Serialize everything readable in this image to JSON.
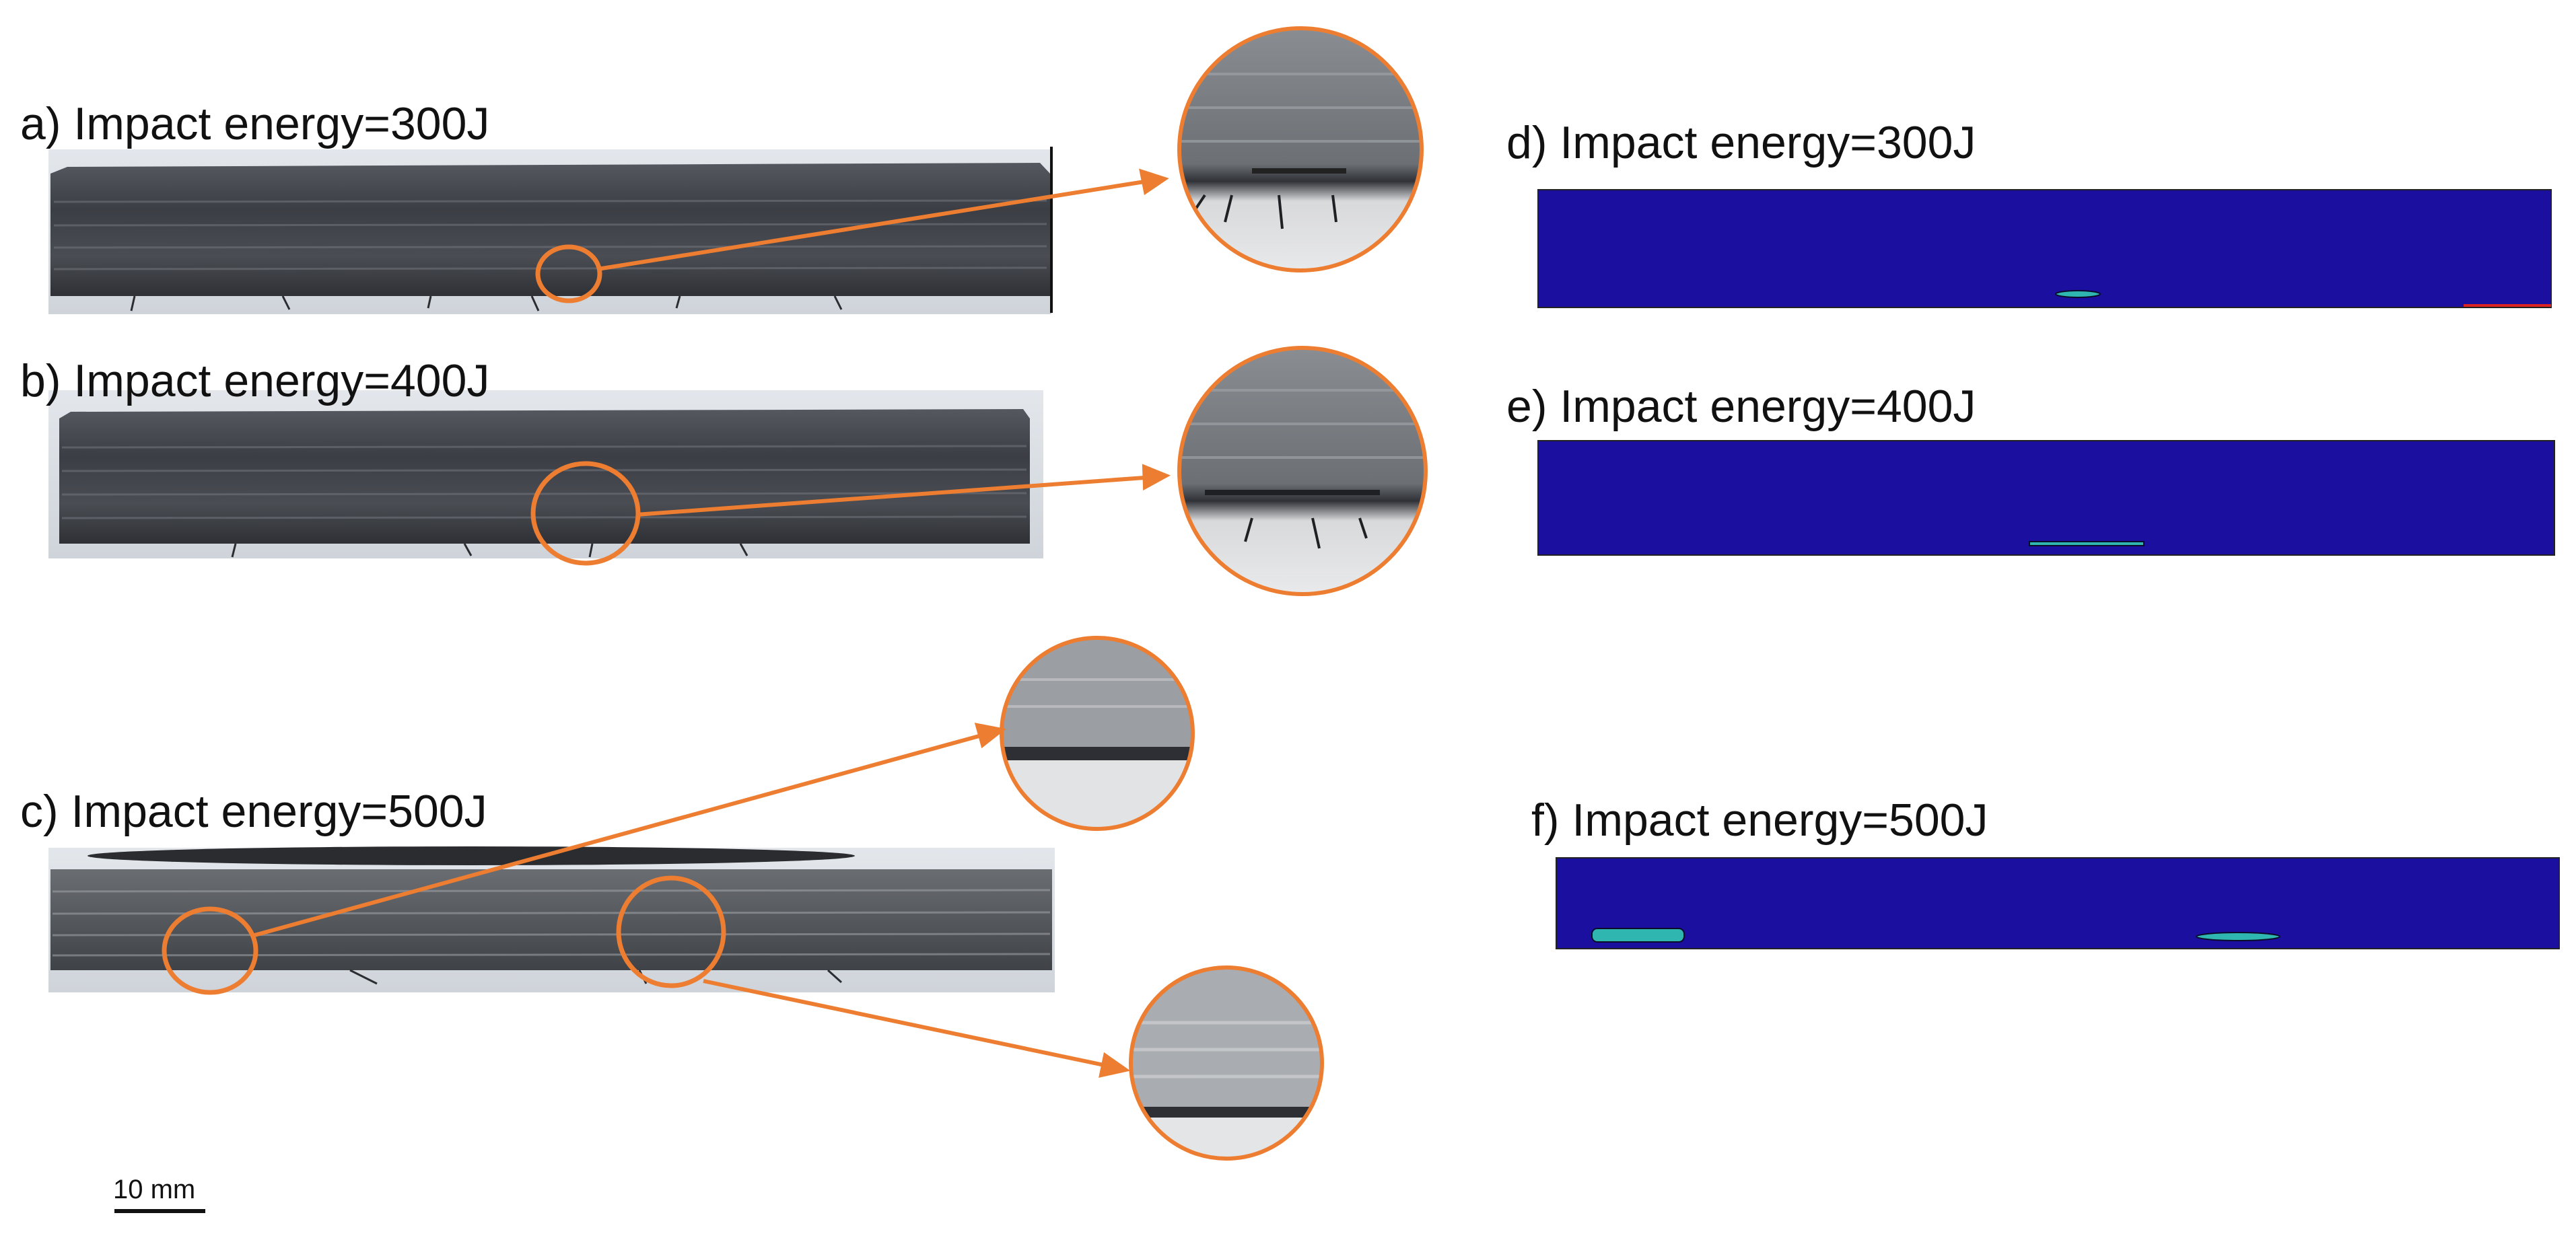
{
  "panels": {
    "a": {
      "label": "a) Impact energy=300J"
    },
    "b": {
      "label": "b) Impact energy=400J"
    },
    "c": {
      "label": "c) Impact energy=500J"
    },
    "d": {
      "label": "d) Impact energy=300J"
    },
    "e": {
      "label": "e) Impact energy=400J"
    },
    "f": {
      "label": "f) Impact energy=500J"
    }
  },
  "scale_bar": {
    "label": "10 mm"
  },
  "colors": {
    "highlight": "#ed7d31",
    "fem_background": "#1a0f9e",
    "fem_damage": "#2fb6b0",
    "specimen_dark": "#3a3d42",
    "specimen_mid": "#5b5f66",
    "backdrop": "#d9dde2"
  }
}
